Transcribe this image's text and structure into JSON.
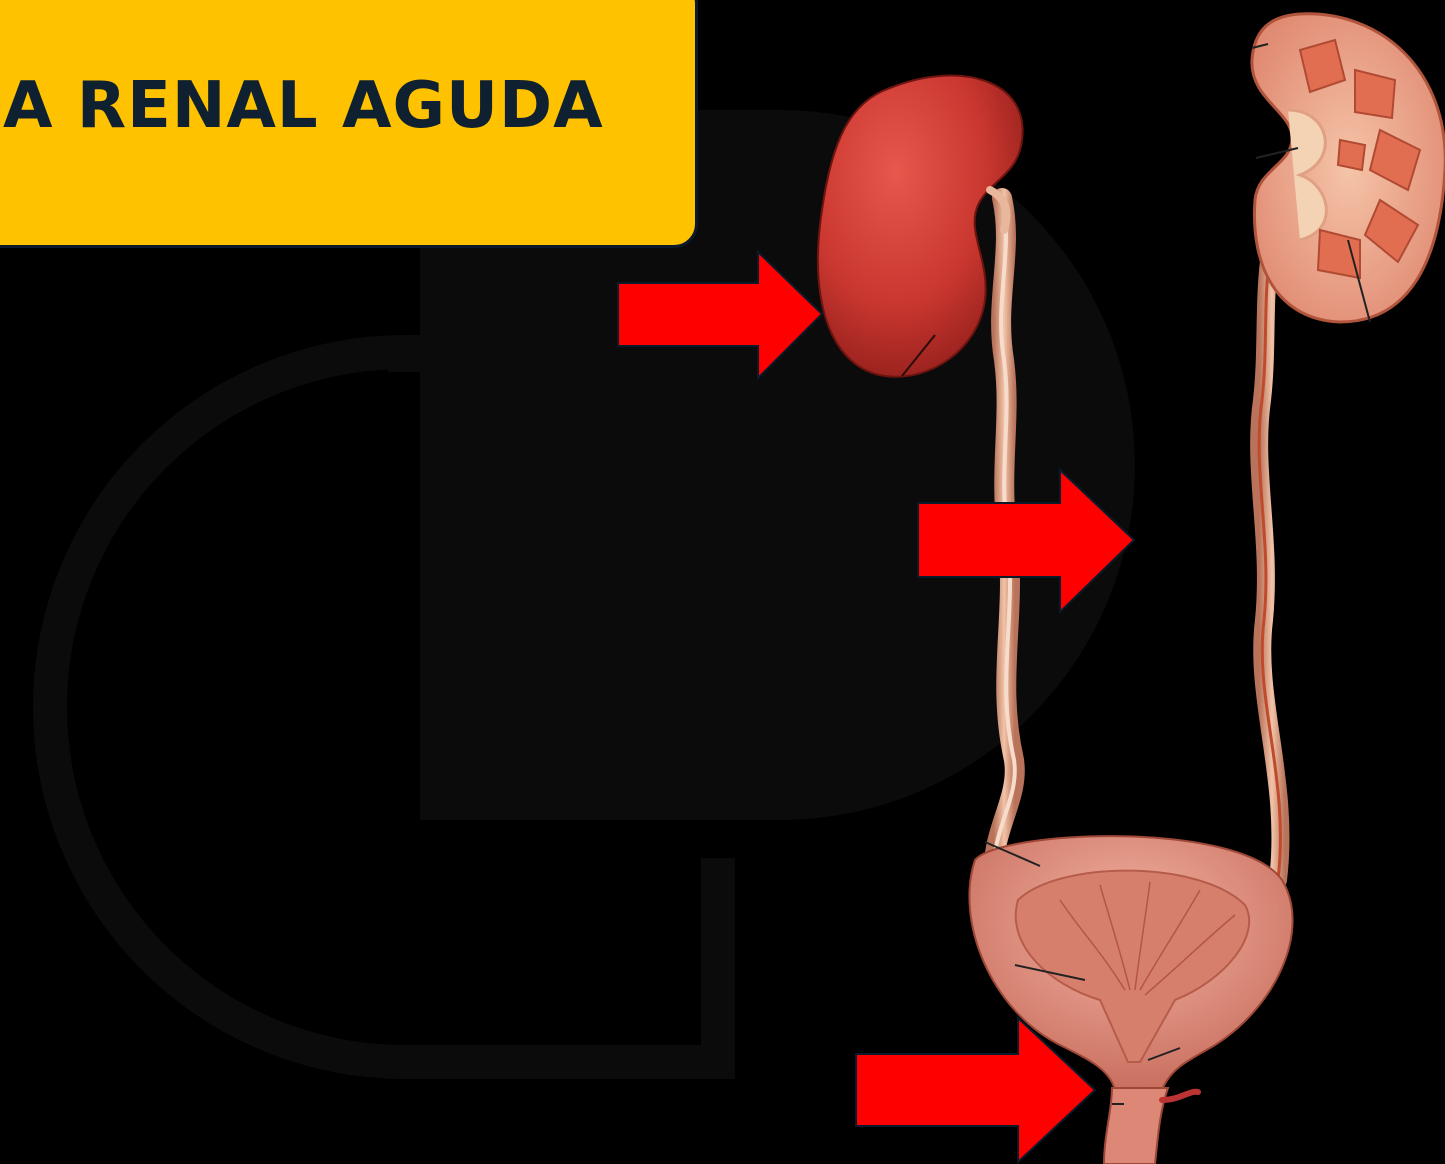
{
  "header": {
    "title": "A RENAL AGUDA"
  },
  "colors": {
    "background": "#000000",
    "title_box": "#fec200",
    "title_text": "#0f2030",
    "arrow": "#ff0000",
    "kidney": "#c8362f",
    "kidney_section": "#e9927c",
    "ureter": "#e3a98e",
    "bladder": "#e7998a",
    "watermark": "#0b0b0b"
  },
  "diagram": {
    "illustrations": [
      "kidney-exterior",
      "kidney-section",
      "left-ureter",
      "right-ureter",
      "urinary-bladder",
      "urethra"
    ],
    "arrows": [
      "arrow-kidney",
      "arrow-ureter",
      "arrow-urethra"
    ],
    "watermark": "logo-watermark"
  }
}
